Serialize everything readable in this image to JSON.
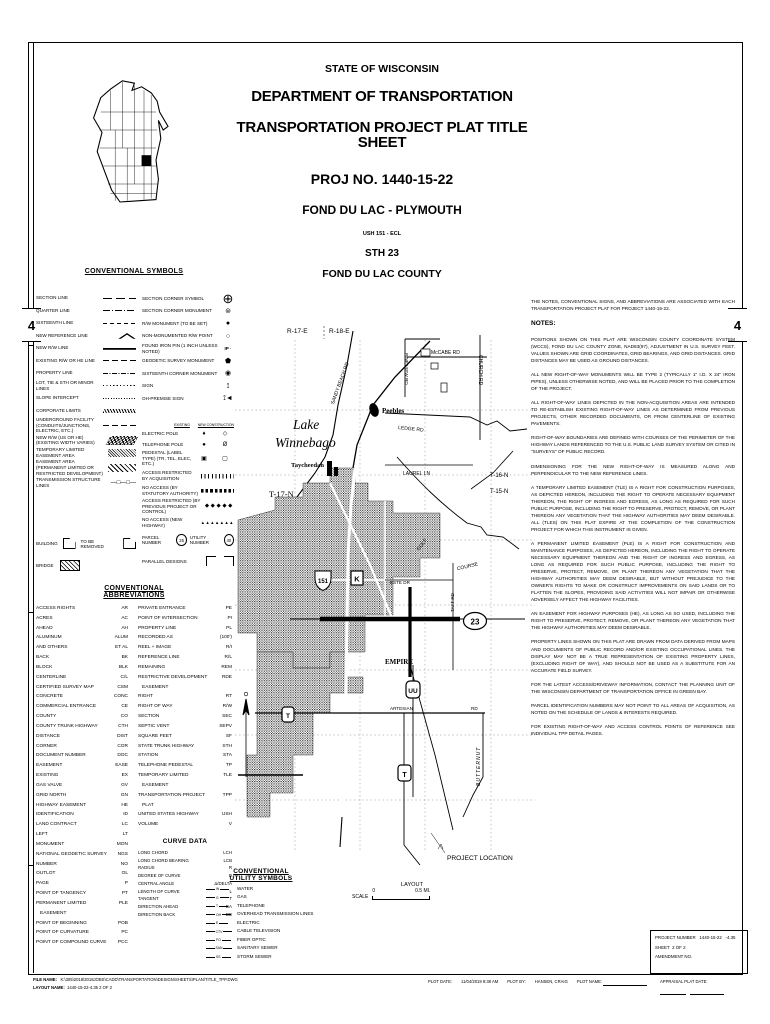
{
  "page": {
    "edge_marker": "4"
  },
  "title": {
    "l1": "STATE OF WISCONSIN",
    "l2": "DEPARTMENT OF TRANSPORTATION",
    "l3": "TRANSPORTATION PROJECT PLAT TITLE SHEET",
    "l4": "PROJ NO. 1440-15-22",
    "l5": "FOND DU LAC - PLYMOUTH",
    "l6": "USH 151 - ECL",
    "l7": "STH 23",
    "l8": "FOND DU LAC COUNTY"
  },
  "legend": {
    "title": "CONVENTIONAL SYMBOLS",
    "left": [
      {
        "label": "SECTION LINE",
        "sym": "sym-longdash"
      },
      {
        "label": "QUARTER LINE",
        "sym": "sym-dashdot"
      },
      {
        "label": "SIXTEENTH LINE",
        "sym": "sym-shortdash"
      },
      {
        "label": "NEW REFERENCE LINE",
        "sym": "sym-chev"
      },
      {
        "label": "NEW R/W LINE",
        "sym": "sym-solid"
      },
      {
        "label": "EXISTING R/W OR HE LINE",
        "sym": "sym-meddash"
      },
      {
        "label": "PROPERTY LINE",
        "sym": "sym-propdash"
      },
      {
        "label": "LOT, TIE & STH OR MINOR LINES",
        "sym": "sym-dotted"
      },
      {
        "label": "SLOPE INTERCEPT",
        "sym": "sym-finedot"
      },
      {
        "label": "CORPORATE LIMITS",
        "sym": "sym-corp"
      },
      {
        "label": "UNDERGROUND FACILITY (CONDUITS/JUNCTIONS, ELECTRIC, ETC.)",
        "sym": "sym-meddash"
      },
      {
        "label": "NEW R/W (US OR HE) (EXISTING WIDTH VARIES)",
        "sym": "sym-newrw"
      },
      {
        "label": "TEMPORARY LIMITED EASEMENT AREA",
        "sym": "sym-tle"
      },
      {
        "label": "EASEMENT AREA (PERMANENT LIMITED OR RESTRICTED DEVELOPMENT)",
        "sym": "sym-ease"
      },
      {
        "label": "TRANSMISSION STRUCTURE LINES",
        "sym": "sym-glyph",
        "glyph": "—□—□—"
      }
    ],
    "building_label": "BUILDING",
    "to_be_removed_label": "TO BE REMOVED",
    "bridge_label": "BRIDGE",
    "right_points": [
      {
        "label": "SECTION CORNER SYMBOL",
        "glyph": "⊕",
        "cls": "pt-big"
      },
      {
        "label": "SECTION CORNER MONUMENT",
        "glyph": "⊜"
      },
      {
        "label": "R/W MONUMENT (TO BE SET)",
        "glyph": "●"
      },
      {
        "label": "NON-MONUMENTED R/W POINT",
        "glyph": "○"
      },
      {
        "label": "FOUND IRON PIN (1 INCH UNLESS NOTED)",
        "glyph": "IP ·",
        "cls": "pt-ip"
      },
      {
        "label": "GEODETIC SURVEY MONUMENT",
        "glyph": "⬟"
      },
      {
        "label": "SIXTEENTH CORNER MONUMENT",
        "glyph": "◉"
      },
      {
        "label": "SIGN",
        "glyph": "⟟"
      },
      {
        "label": "OH-PREMISE SIGN",
        "glyph": "⟟◄"
      }
    ],
    "poles_header": {
      "existing": "EXISTING",
      "new": "NEW CONSTRUCTION"
    },
    "poles": [
      {
        "label": "ELECTRIC POLE",
        "ex": "♦",
        "nw": "◇"
      },
      {
        "label": "TELEPHONE POLE",
        "ex": "●",
        "nw": "Ø"
      },
      {
        "label": "PEDESTAL (LABEL TYPE) (TR, TEL, ELEC, ETC.)",
        "ex": "▣",
        "nw": "▢"
      }
    ],
    "access": [
      {
        "label": "ACCESS RESTRICTED BY ACQUISITION",
        "sym": "sym-ticks"
      },
      {
        "label": "NO ACCESS (BY STATUTORY AUTHORITY)",
        "sym": "sym-blocks"
      },
      {
        "label": "ACCESS RESTRICTED (BY PREVIOUS PROJECT OR CONTROL)",
        "sym": "sym-diamonds",
        "glyph": "◆◆◆◆◆"
      },
      {
        "label": "NO ACCESS (NEW HIGHWAY)",
        "sym": "sym-tris",
        "glyph": "▲▲▲▲▲▲▲"
      }
    ],
    "parcel_number_label": "PARCEL NUMBER",
    "parcel_number": "25",
    "utility_number_label": "UTILITY NUMBER",
    "utility_number": "40",
    "parallel_label": "PARALLEL DESIGNS"
  },
  "abbreviations": {
    "title_l1": "CONVENTIONAL",
    "title_l2": "ABBREVIATIONS",
    "col1": [
      {
        "term": "ACCESS RIGHTS",
        "abbr": "AR"
      },
      {
        "term": "ACRES",
        "abbr": "AC"
      },
      {
        "term": "AHEAD",
        "abbr": "AH"
      },
      {
        "term": "ALUMINUM",
        "abbr": "ALUM"
      },
      {
        "term": "AND OTHERS",
        "abbr": "ET AL"
      },
      {
        "term": "BACK",
        "abbr": "BK"
      },
      {
        "term": "BLOCK",
        "abbr": "BLK"
      },
      {
        "term": "CENTERLINE",
        "abbr": "C/L"
      },
      {
        "term": "CERTIFIED SURVEY MAP",
        "abbr": "CSM"
      },
      {
        "term": "CONCRETE",
        "abbr": "CONC"
      },
      {
        "term": "COMMERCIAL ENTRANCE",
        "abbr": "CE"
      },
      {
        "term": "COUNTY",
        "abbr": "CO"
      },
      {
        "term": "COUNTY TRUNK HIGHWAY",
        "abbr": "CTH"
      },
      {
        "term": "DISTANCE",
        "abbr": "DIST"
      },
      {
        "term": "CORNER",
        "abbr": "COR"
      },
      {
        "term": "DOCUMENT NUMBER",
        "abbr": "DOC"
      },
      {
        "term": "EASEMENT",
        "abbr": "EASE"
      },
      {
        "term": "EXISTING",
        "abbr": "EX"
      },
      {
        "term": "GAS VALVE",
        "abbr": "GV"
      },
      {
        "term": "GRID NORTH",
        "abbr": "GN"
      },
      {
        "term": "HIGHWAY EASEMENT",
        "abbr": "HE"
      },
      {
        "term": "IDENTIFICATION",
        "abbr": "ID"
      },
      {
        "term": "LAND CONTRACT",
        "abbr": "LC"
      },
      {
        "term": "LEFT",
        "abbr": "LT"
      },
      {
        "term": "MONUMENT",
        "abbr": "MON"
      },
      {
        "term": "NATIONAL GEODETIC SURVEY",
        "abbr": "NGS"
      },
      {
        "term": "NUMBER",
        "abbr": "NO"
      },
      {
        "term": "OUTLOT",
        "abbr": "OL"
      },
      {
        "term": "PAGE",
        "abbr": "P"
      },
      {
        "term": "POINT OF TANGENCY",
        "abbr": "PT"
      },
      {
        "term": "PERMANENT LIMITED\n   EASEMENT",
        "abbr": "PLE"
      },
      {
        "term": "POINT OF BEGINNING",
        "abbr": "POB"
      },
      {
        "term": "POINT OF CURVATURE",
        "abbr": "PC"
      },
      {
        "term": "POINT OF COMPOUND CURVE",
        "abbr": "PCC"
      }
    ],
    "col2": [
      {
        "term": "PRIVATE ENTRANCE",
        "abbr": "PE"
      },
      {
        "term": "POINT OF INTERSECTION",
        "abbr": "PI"
      },
      {
        "term": "PROPERTY LINE",
        "abbr": "PL"
      },
      {
        "term": "RECORDED AS",
        "abbr": "(100')"
      },
      {
        "term": "REEL + IMAGE",
        "abbr": "R/I"
      },
      {
        "term": "REFERENCE LINE",
        "abbr": "R/L"
      },
      {
        "term": "REMAINING",
        "abbr": "REM"
      },
      {
        "term": "RESTRICTIVE DEVELOPMENT\n   EASEMENT",
        "abbr": "RDE"
      },
      {
        "term": "RIGHT",
        "abbr": "RT"
      },
      {
        "term": "RIGHT OF WAY",
        "abbr": "R/W"
      },
      {
        "term": "SECTION",
        "abbr": "SEC"
      },
      {
        "term": "SEPTIC VENT",
        "abbr": "SEPV"
      },
      {
        "term": "SQUARE FEET",
        "abbr": "SF"
      },
      {
        "term": "STATE TRUNK HIGHWAY",
        "abbr": "STH"
      },
      {
        "term": "STATION",
        "abbr": "STA"
      },
      {
        "term": "TELEPHONE PEDESTAL",
        "abbr": "TP"
      },
      {
        "term": "TEMPORARY LIMITED\n   EASEMENT",
        "abbr": "TLE"
      },
      {
        "term": "TRANSPORTATION PROJECT\n   PLAT",
        "abbr": "TPP"
      },
      {
        "term": "UNITED STATES HIGHWAY",
        "abbr": "USH"
      },
      {
        "term": "VOLUME",
        "abbr": "V"
      }
    ]
  },
  "curve_data": {
    "title": "CURVE DATA",
    "items": [
      {
        "term": "LONG CHORD",
        "abbr": "LCH"
      },
      {
        "term": "LONG CHORD BEARING",
        "abbr": "LCB"
      },
      {
        "term": "RADIUS",
        "abbr": "R"
      },
      {
        "term": "DEGREE OF CURVE",
        "abbr": "D"
      },
      {
        "term": "CENTRAL ANGLE",
        "abbr": "Δ/DELTA"
      },
      {
        "term": "LENGTH OF CURVE",
        "abbr": "L"
      },
      {
        "term": "TANGENT",
        "abbr": "T"
      },
      {
        "term": "DIRECTION AHEAD",
        "abbr": "DA"
      },
      {
        "term": "DIRECTION BACK",
        "abbr": "DB"
      }
    ]
  },
  "utility": {
    "title_l1": "CONVENTIONAL",
    "title_l2": "UTILITY SYMBOLS",
    "items": [
      {
        "code": "W",
        "label": "WATER"
      },
      {
        "code": "G",
        "label": "GAS"
      },
      {
        "code": "T",
        "label": "TELEPHONE"
      },
      {
        "code": "OH",
        "label": "OVERHEAD TRANSMISSION LINES"
      },
      {
        "code": "E",
        "label": "ELECTRIC"
      },
      {
        "code": "CTV",
        "label": "CABLE TELEVISION"
      },
      {
        "code": "FO",
        "label": "FIBER OPTIC"
      },
      {
        "code": "SAN",
        "label": "SANITARY SEWER"
      },
      {
        "code": "SS",
        "label": "STORM SEWER"
      }
    ]
  },
  "notes": {
    "intro": "THE NOTES, CONVENTIONAL SIGNS, AND ABBREVIATIONS ARE ASSOCIATED WITH EACH TRANSPORTATION PROJECT PLAT FOR PROJECT 1440-15-22.",
    "heading": "NOTES:",
    "paragraphs": [
      {
        "text": "POSITIONS SHOWN ON THIS PLAT ARE WISCONSIN COUNTY COORDINATE SYSTEM (WCCS), FOND DU LAC COUNTY ZONE, NAD83(97), ADJUSTMENT IN U.S. SURVEY FEET. VALUES SHOWN ARE GRID COORDINATES, GRID BEARINGS, AND GRID DISTANCES. GRID DISTANCES MAY BE USED AS GROUND DISTANCES."
      },
      {
        "text": "ALL NEW RIGHT-OF-WAY MONUMENTS WILL BE TYPE 2 (TYPICALLY 1\" I.D. X 24\" IRON PIPES), UNLESS OTHERWISE NOTED, AND WILL BE PLACED PRIOR TO THE COMPLETION OF THE PROJECT."
      },
      {
        "text": "ALL RIGHT-OF-WAY LINES DEPICTED IN THE NON-ACQUISITION AREAS ARE INTENDED TO RE-ESTABLISH EXISTING RIGHT-OF-WAY LINES AS DETERMINED FROM PREVIOUS PROJECTS, OTHER RECORDED DOCUMENTS, OR FROM CENTERLINE OF EXISTING PAVEMENTS."
      },
      {
        "text": "RIGHT-OF-WAY BOUNDARIES ARE DEFINED WITH COURSES OF THE PERIMETER OF THE HIGHWAY LANDS REFERENCED TO THE U.S. PUBLIC LAND SURVEY SYSTEM OR CITED IN \"SURVEYS\" OF PUBLIC RECORD."
      },
      {
        "text": "DIMENSIONING FOR THE NEW RIGHT-OF-WAY IS MEASURED ALONG AND PERPENDICULAR TO THE NEW REFERENCE LINES."
      },
      {
        "text": "A TEMPORARY LIMITED EASEMENT (TLE) IS A RIGHT FOR CONSTRUCTION PURPOSES, AS DEPICTED HEREON, INCLUDING THE RIGHT TO OPERATE NECESSARY EQUIPMENT THEREON, THE RIGHT OF INGRESS AND EGRESS, AS LONG AS REQUIRED FOR SUCH PUBLIC PURPOSE, INCLUDING THE RIGHT TO PRESERVE, PROTECT, REMOVE, OR PLANT THEREON ANY VEGETATION THAT THE HIGHWAY AUTHORITIES MAY DEEM DESIRABLE. ALL (TLES) ON THIS PLAT EXPIRE AT THE COMPLETION OF THE CONSTRUCTION PROJECT FOR WHICH THIS INSTRUMENT IS GIVEN."
      },
      {
        "text": "A PERMANENT LIMITED EASEMENT (PLE) IS A RIGHT FOR CONSTRUCTION AND MAINTENANCE PURPOSES, AS DEPICTED HEREON, INCLUDING THE RIGHT TO OPERATE NECESSARY EQUIPMENT THEREON AND THE RIGHT OF INGRESS AND EGRESS, AS LONG AS REQUIRED FOR SUCH PUBLIC PURPOSE, INCLUDING THE RIGHT TO PRESERVE, PROTECT, REMOVE, OR PLANT THEREON ANY VEGETATION THAT THE HIGHWAY AUTHORITIES MAY DEEM DESIRABLE, BUT WITHOUT PREJUDICE TO THE OWNER'S RIGHTS TO MAKE OR CONSTRUCT IMPROVEMENTS ON SAID LANDS OR TO FLATTEN THE SLOPES, PROVIDING SAID ACTIVITIES WILL NOT IMPAIR OR OTHERWISE ADVERSELY AFFECT THE HIGHWAY FACILITIES."
      },
      {
        "text": "AN EASEMENT FOR HIGHWAY PURPOSES (HE), AS LONG AS SO USED, INCLUDING THE RIGHT TO PRESERVE, PROTECT, REMOVE, OR PLANT THEREON ANY VEGETATION THAT THE HIGHWAY AUTHORITIES MAY DEEM DESIRABLE."
      },
      {
        "text": "PROPERTY LINES SHOWN ON THIS PLAT ARE DRAWN FROM DATA DERIVED FROM MAPS AND DOCUMENTS OF PUBLIC RECORD AND/OR EXISTING OCCUPATIONAL LINES. THE DISPLAY MAY NOT BE A TRUE REPRESENTATION OF EXISTING PROPERTY LINES, (EXCLUDING RIGHT OF WAY), AND SHOULD NOT BE USED AS A SUBSTITUTE FOR AN ACCURATE FIELD SURVEY."
      },
      {
        "text": "FOR THE LATEST ACCESS/DRIVEWAY INFORMATION, CONTACT THE PLANNING UNIT OF THE WISCONSIN DEPARTMENT OF TRANSPORTATION OFFICE IN GREEN BAY."
      },
      {
        "text": "PARCEL IDENTIFICATION NUMBERS MAY NOT POINT TO ALL AREAS OF ACQUISITION, AS NOTED ON THE SCHEDULE OF LANDS & INTERESTS REQUIRED."
      },
      {
        "text": "FOR EXISTING RIGHT-OF-WAY AND ACCESS CONTROL POINTS OF REFERENCE SEE INDIVIDUAL TPP DETAIL PAGES."
      }
    ]
  },
  "map": {
    "labels": {
      "range_w": "R-17-E",
      "range_e": "R-18-E",
      "lake1": "Lake",
      "lake2": "Winnebago",
      "taycheedah": "Taycheedah",
      "peebles": "Peebles",
      "sandy_beach": "SANDY BEACH RD",
      "pine_view": "PINE VIEW RD",
      "mccabe": "McCABE RD",
      "church": "CHURCH RD",
      "ledge": "LEDGE RD",
      "laurel": "LAUREL LN",
      "t16n": "T-16-N",
      "t15n": "T-15-N",
      "t17n": "T-17-N",
      "golf": "GOLF",
      "course": "COURSE",
      "este": "ESTE DR",
      "taft": "TAFT RD",
      "rt151": "151",
      "ctyK": "K",
      "st23": "23",
      "empire": "EMPIRE",
      "ctyUU": "UU",
      "artesian": "ARTESIAN",
      "artesian_rd": "RD",
      "ctyT": "T",
      "butternut": "BUTTERNUT",
      "project_location": "PROJECT LOCATION"
    },
    "scale": {
      "layout": "LAYOUT",
      "scale_label": "SCALE",
      "zero": "0",
      "half": "0.5 MI."
    }
  },
  "footer": {
    "file_name_label": "FILE NAME:",
    "file_name": "K:\\305\\2018\\2018JOBS\\CADD\\TRANSPORTATION\\DESIGN\\SHEETS\\PLAN\\TITLE_TPP.DWG",
    "layout_name_label": "LAYOUT NAME:",
    "layout_name": "1440-15-22-4.35 2 OF 2",
    "plot_date_label": "PLOT DATE:",
    "plot_date": "11/04/2019 9:38 AM",
    "plot_by_label": "PLOT BY:",
    "plot_by": "HANSEN, CRAIG",
    "plot_name_label": "PLOT NAME:",
    "appraisal_label": "APPRAISAL PLAT DATE:"
  },
  "project_box": {
    "number_label": "PROJECT NUMBER",
    "number": "1440-15-22",
    "suffix": "-4.35",
    "sheet_label": "SHEET",
    "sheet": "2 OF 2",
    "amendment_label": "AMENDMENT NO."
  }
}
